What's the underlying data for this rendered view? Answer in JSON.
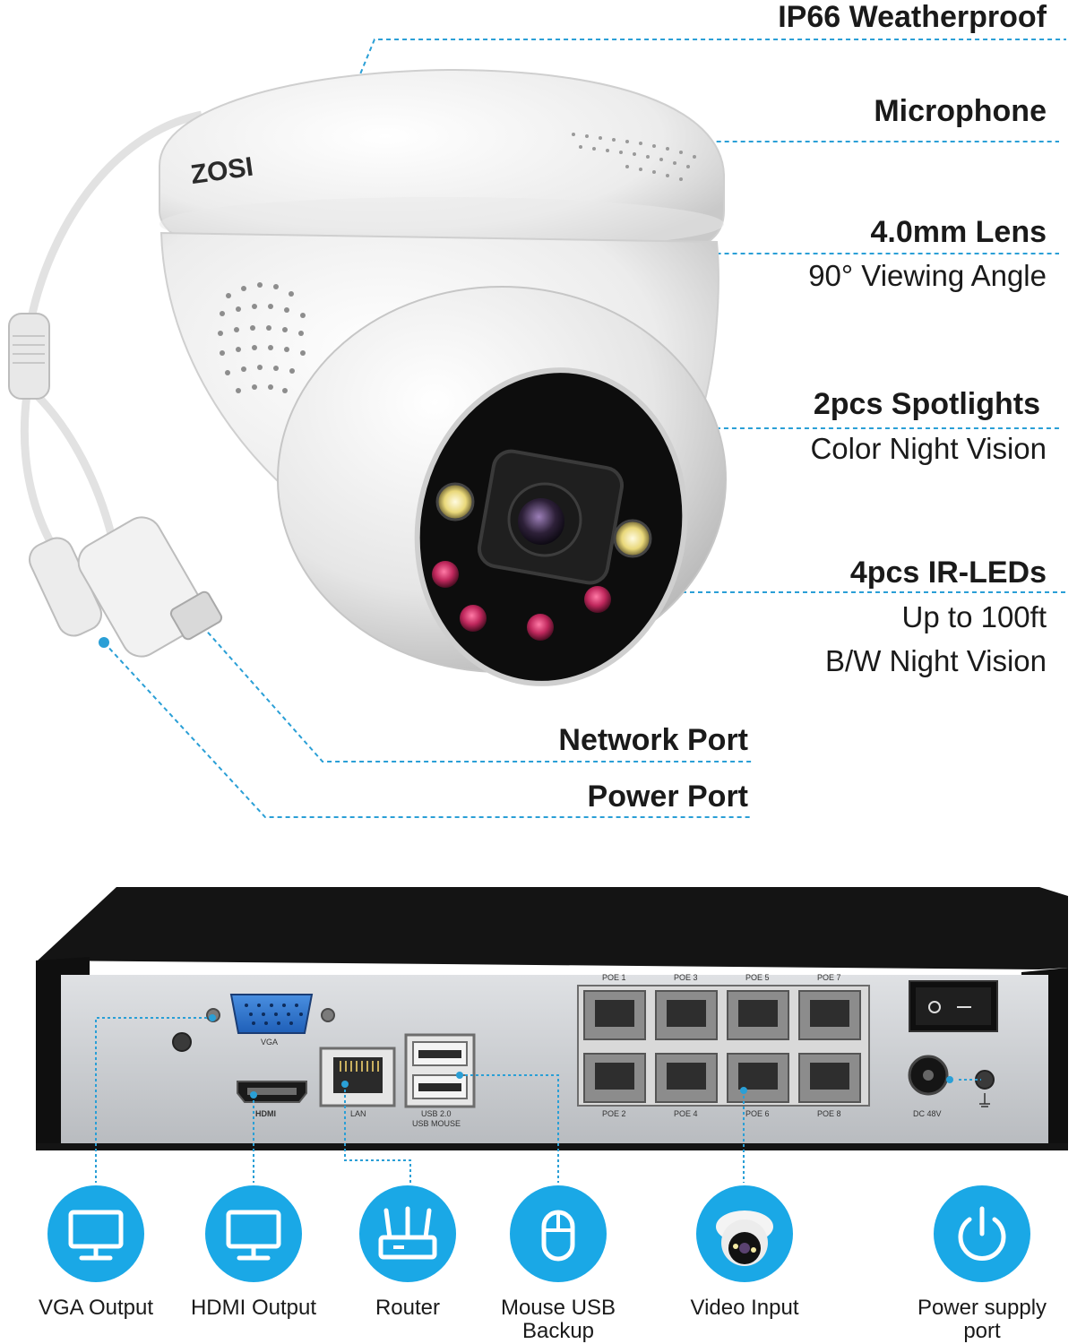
{
  "camera_features": {
    "weatherproof": "IP66 Weatherproof",
    "microphone": "Microphone",
    "lens_title": "4.0mm Lens",
    "lens_sub": "90° Viewing Angle",
    "spot_title": "2pcs Spotlights",
    "spot_sub": "Color Night Vision",
    "ir_title": "4pcs IR-LEDs",
    "ir_sub1": "Up to 100ft",
    "ir_sub2": "B/W Night Vision",
    "network_port": "Network Port",
    "power_port": "Power Port"
  },
  "camera_brand": "ZOSI",
  "nvr_labels": {
    "vga": "VGA",
    "hdmi": "HDMI",
    "lan": "LAN",
    "usb1": "USB 2.0",
    "usb2": "USB MOUSE",
    "dc": "DC 48V",
    "poe_top": [
      "POE 1",
      "POE 3",
      "POE 5",
      "POE 7"
    ],
    "poe_bottom": [
      "POE 2",
      "POE 4",
      "POE 6",
      "POE 8"
    ]
  },
  "icons": [
    {
      "name": "monitor-icon",
      "caption": [
        "VGA Output"
      ]
    },
    {
      "name": "monitor-icon",
      "caption": [
        "HDMI Output"
      ]
    },
    {
      "name": "router-icon",
      "caption": [
        "Router"
      ]
    },
    {
      "name": "mouse-icon",
      "caption": [
        "Mouse USB",
        "Backup"
      ]
    },
    {
      "name": "camera-icon",
      "caption": [
        "Video Input"
      ]
    },
    {
      "name": "power-icon",
      "caption": [
        "Power supply",
        "port"
      ]
    }
  ],
  "colors": {
    "accent": "#1aa8e6",
    "leader_line": "#2a9fd6",
    "nvr_top": "#151515",
    "nvr_panel": "#c9ccd0"
  }
}
